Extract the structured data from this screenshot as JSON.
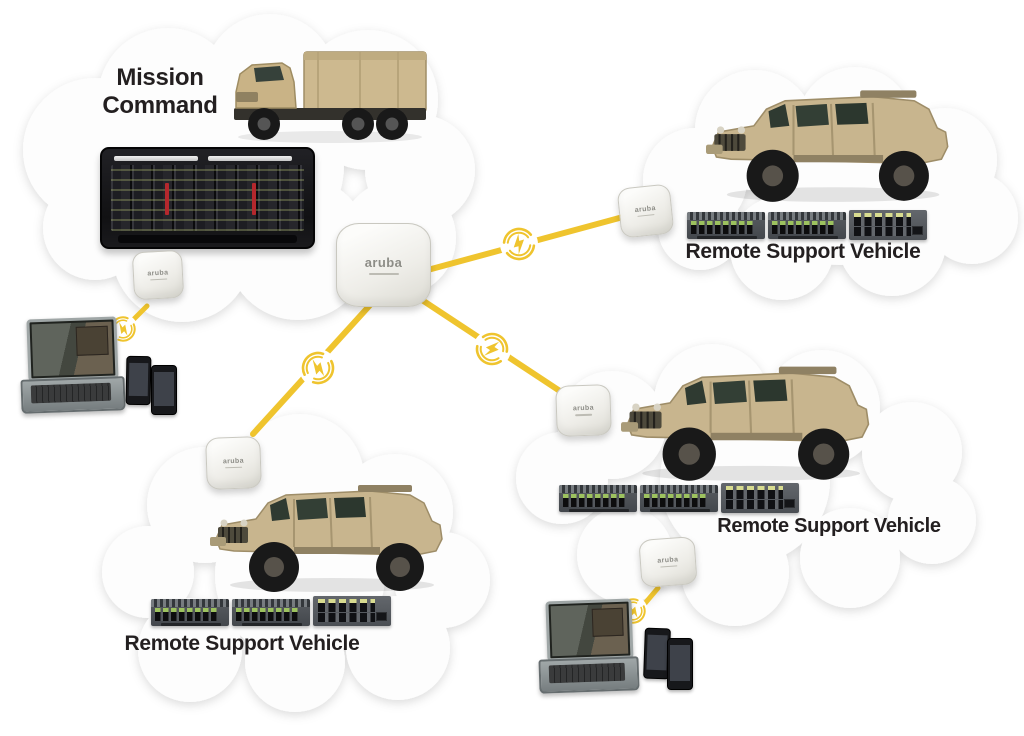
{
  "diagram_labels": {
    "mission_command": "Mission Command",
    "remote_support_vehicle": "Remote Support Vehicle",
    "ap_brand": "aruba"
  },
  "colors": {
    "background": "#FFFFFF",
    "link_yellow": "#EFC42E",
    "label_text": "#231F20",
    "cloud_fill": "#FDFDFD",
    "vehicle_tan": "#C8B58E",
    "ap_body": "#F2F1ED",
    "switch_gray": "#54585D",
    "chassis_black": "#141416"
  },
  "clouds": [
    {
      "name": "mission-command-cloud",
      "label": "Mission Command",
      "devices": [
        "command-truck",
        "rugged-server-chassis",
        "aruba-access-point",
        "central-mesh-access-point"
      ]
    },
    {
      "name": "remote-support-cloud-top-right",
      "label": "Remote Support Vehicle",
      "devices": [
        "humvee",
        "aruba-access-point",
        "rugged-switch",
        "rugged-switch",
        "ethernet-switch"
      ]
    },
    {
      "name": "remote-support-cloud-bottom-left",
      "label": "Remote Support Vehicle",
      "devices": [
        "humvee",
        "aruba-access-point",
        "rugged-switch",
        "rugged-switch",
        "ethernet-switch"
      ]
    },
    {
      "name": "remote-support-cloud-bottom-right",
      "label": "Remote Support Vehicle",
      "devices": [
        "humvee",
        "aruba-access-point",
        "rugged-switch",
        "rugged-switch",
        "ethernet-switch",
        "client-access-point"
      ]
    }
  ],
  "links": [
    {
      "name": "mesh-link-center-to-top-right",
      "icon": "lightning-bolt-icon"
    },
    {
      "name": "mesh-link-center-to-bottom-left",
      "icon": "lightning-bolt-icon"
    },
    {
      "name": "mesh-link-center-to-bottom-right",
      "icon": "lightning-bolt-icon"
    },
    {
      "name": "client-link-mission-command",
      "icon": "lightning-bolt-icon"
    },
    {
      "name": "client-link-bottom-right",
      "icon": "lightning-bolt-icon"
    }
  ],
  "client_devices": [
    "rugged-laptop",
    "smartphone",
    "smartphone",
    "rugged-laptop",
    "smartphone",
    "smartphone"
  ]
}
